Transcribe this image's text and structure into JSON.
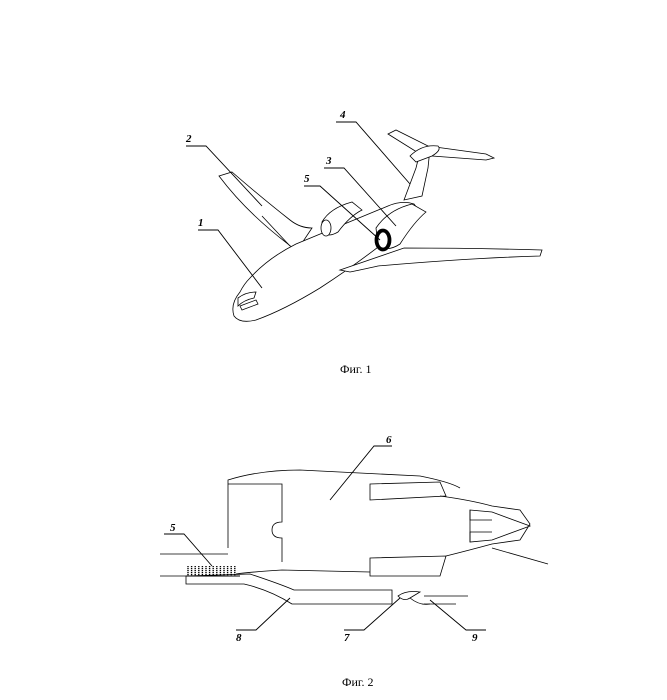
{
  "figures": {
    "fig1": {
      "caption": "Фиг. 1",
      "labels": {
        "fuselage": "1",
        "wing_tip": "2",
        "engine": "3",
        "tail": "4",
        "intake_device": "5"
      }
    },
    "fig2": {
      "caption": "Фиг. 2",
      "labels": {
        "device": "5",
        "engine_body": "6",
        "nozzle": "7",
        "duct": "8",
        "outlet": "9"
      }
    }
  }
}
